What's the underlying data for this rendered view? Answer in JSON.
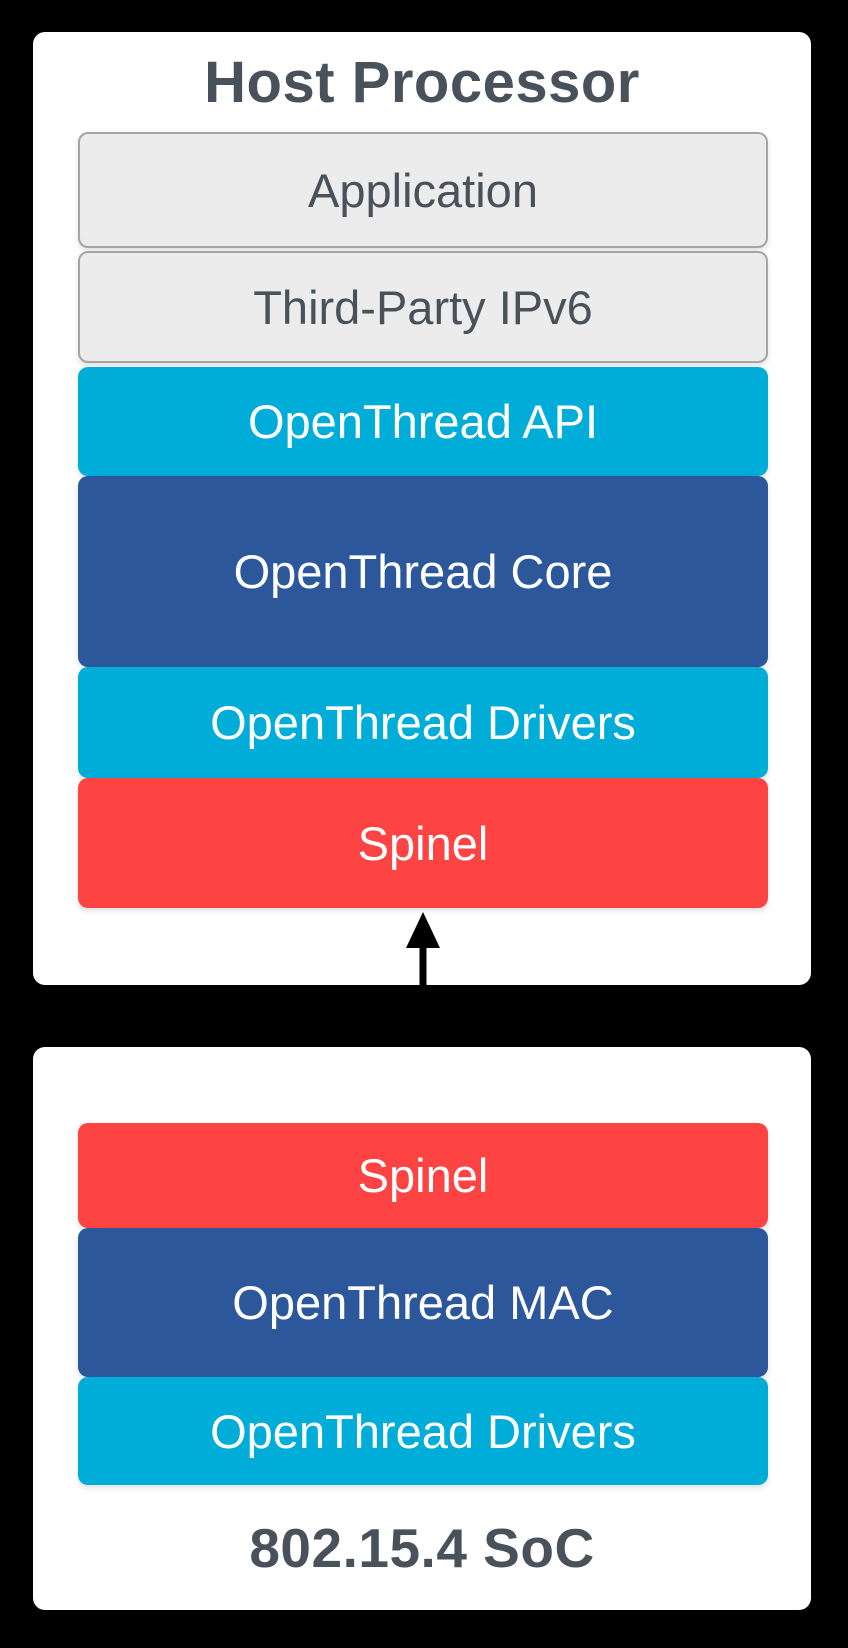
{
  "diagram": {
    "colors": {
      "bg": "#000000",
      "cyan": "#00acd8",
      "blue": "#2c579b",
      "red": "#fe4343",
      "gray_fill": "#ececec",
      "gray_border": "#a5a5a5",
      "text_dark": "#49525b",
      "arrow": "#000000"
    },
    "host": {
      "title": "Host Processor",
      "layers": [
        {
          "label": "Application"
        },
        {
          "label": "Third-Party IPv6"
        },
        {
          "label": "OpenThread API"
        },
        {
          "label": "OpenThread Core"
        },
        {
          "label": "OpenThread Drivers"
        },
        {
          "label": "Spinel"
        }
      ]
    },
    "connector": {
      "type": "bidirectional-arrow"
    },
    "soc": {
      "label": "802.15.4 SoC",
      "layers": [
        {
          "label": "Spinel"
        },
        {
          "label": "OpenThread MAC"
        },
        {
          "label": "OpenThread Drivers"
        }
      ]
    }
  }
}
